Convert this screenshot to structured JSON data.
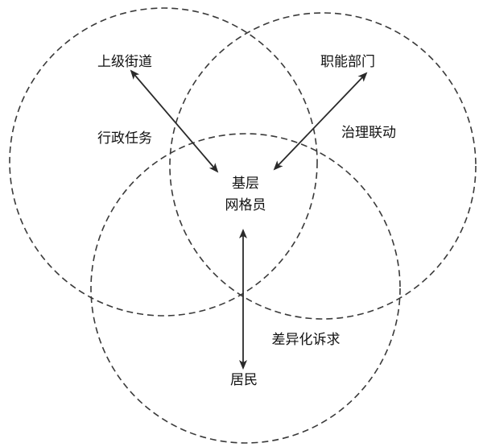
{
  "diagram": {
    "labels": {
      "upper_street": "上级街道",
      "functional_departments": "职能部门",
      "administrative_tasks": "行政任务",
      "governance_linkage": "治理联动",
      "grid_worker_line1": "基层",
      "grid_worker_line2": "网格员",
      "differentiated_demands": "差异化诉求",
      "residents": "居民"
    },
    "colors": {
      "stroke": "#3a3a3a",
      "arrow": "#2a2a2a",
      "text": "#111111",
      "background": "#ffffff"
    }
  }
}
